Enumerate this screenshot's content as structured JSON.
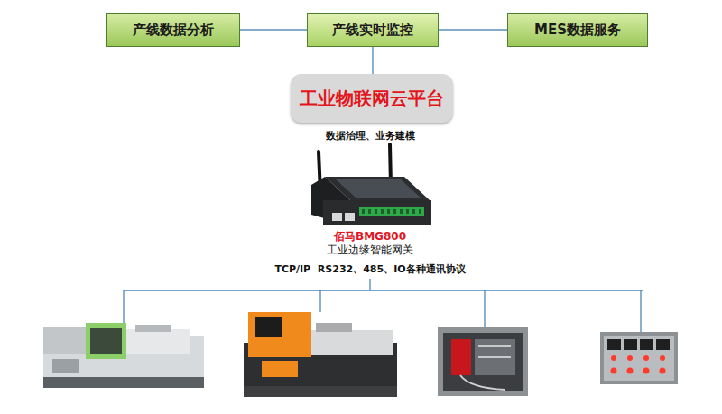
{
  "diagram": {
    "nodes": [
      {
        "text": [
          "产线数据分析"
        ]
      },
      {
        "text": [
          "产线实时监控"
        ]
      },
      {
        "text": [
          "MES数据服务"
        ]
      },
      {
        "text": [
          "工业物联网云平台"
        ]
      },
      {
        "text": [
          "佰马BMG800",
          "工业边缘智能网关"
        ]
      }
    ],
    "edges": [
      {
        "from": 0,
        "to": 1,
        "arrow": "none"
      },
      {
        "from": 1,
        "to": 2,
        "arrow": "none"
      },
      {
        "from": 1,
        "to": 3,
        "arrow": "none"
      }
    ],
    "labels": [
      "数据治理、业务建模",
      "TCP/IP  RS232、485、IO各种通讯协议"
    ]
  }
}
